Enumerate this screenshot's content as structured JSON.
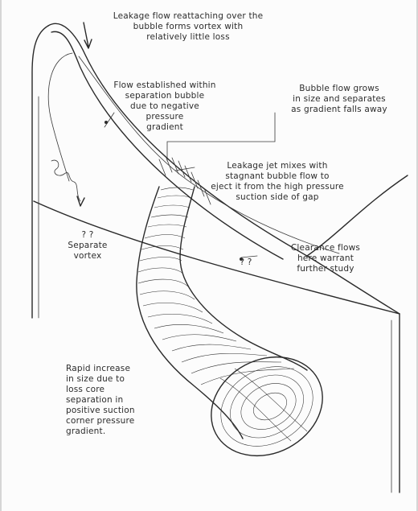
{
  "annotations": {
    "leakage_reattach": "Leakage flow reattaching over the\nbubble forms vortex with\nrelatively little loss",
    "flow_established": "Flow established within\nseparation bubble\ndue to negative\npressure\ngradient",
    "bubble_grows": "Bubble flow grows\nin size and separates\nas gradient falls away",
    "leakage_jet": "Leakage jet mixes with\nstagnant bubble flow to\neject it from the high pressure\nsuction side of gap",
    "separate_vortex": "? ?\nSeparate\nvortex",
    "clearance_flows": "Clearance flows\nhere warrant\nfurther study",
    "clearance_qmarks": "? ?",
    "rapid_increase": "Rapid increase\nin size due to\nloss core\nseparation in\npositive suction\ncorner pressure\ngradient."
  }
}
